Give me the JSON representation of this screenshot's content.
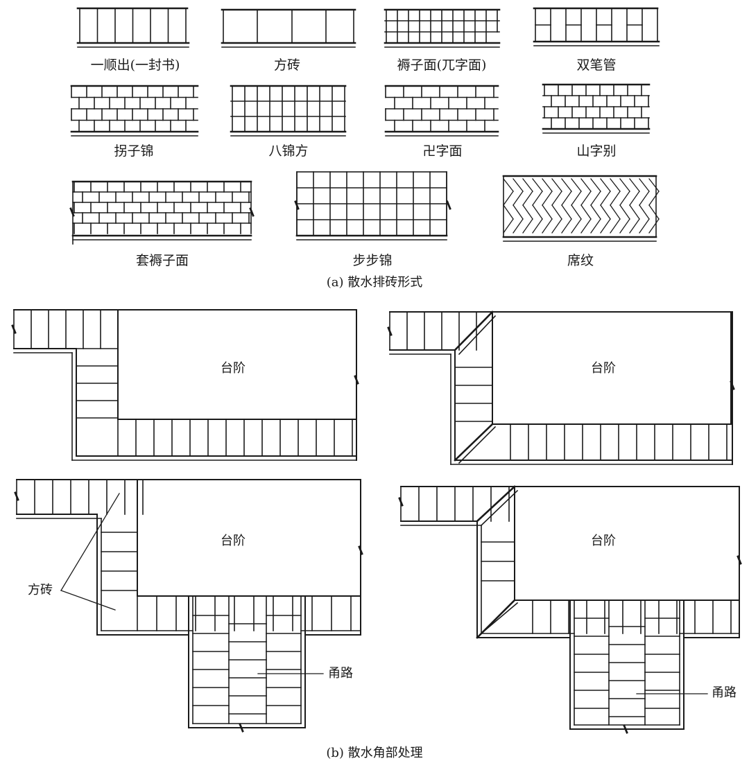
{
  "section_a": {
    "caption": "(a) 散水排砖形式",
    "patterns": [
      {
        "name": "一顺出(一封书)"
      },
      {
        "name": "方砖"
      },
      {
        "name": "褥子面(兀字面)"
      },
      {
        "name": "双笔管"
      },
      {
        "name": "拐子锦"
      },
      {
        "name": "八锦方"
      },
      {
        "name": "卍字面"
      },
      {
        "name": "山字别"
      },
      {
        "name": "套褥子面"
      },
      {
        "name": "步步锦"
      },
      {
        "name": "席纹"
      }
    ]
  },
  "section_b": {
    "caption": "(b) 散水角部处理",
    "step_label": "台阶",
    "square_brick_label": "方砖",
    "path_label": "甬路"
  }
}
